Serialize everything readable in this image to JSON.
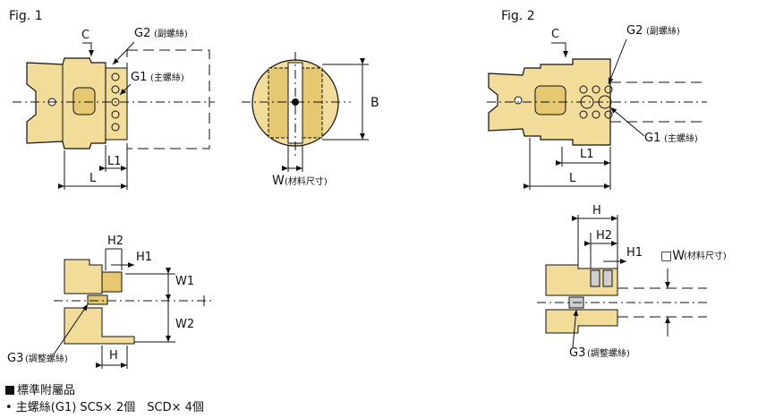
{
  "fig1": {
    "title": "Fig. 1",
    "C": "C",
    "G2": "G2",
    "G2_note": "(副螺絲)",
    "G1": "G1",
    "G1_note": "(主螺絲)",
    "L1": "L1",
    "L": "L",
    "B": "B",
    "W": "W",
    "W_note": "(材料尺寸)",
    "H2": "H2",
    "H1": "H1",
    "W1": "W1",
    "W2": "W2",
    "H": "H",
    "G3": "G3",
    "G3_note": "(調整螺絲)"
  },
  "fig2": {
    "title": "Fig. 2",
    "C": "C",
    "G2": "G2",
    "G2_note": "(副螺絲)",
    "G1": "G1",
    "G1_note": "(主螺絲)",
    "L1": "L1",
    "L": "L",
    "H": "H",
    "H2": "H2",
    "H1": "H1",
    "W": "□W",
    "W_note": "(材料尺寸)",
    "G3": "G3",
    "G3_note": "(調整螺絲)"
  },
  "footer": {
    "heading": "標準附屬品",
    "line": "• 主螺絲(G1) SCS× 2個　SCD× 4個"
  },
  "colors": {
    "body": "#f2dc9a",
    "body_dark": "#e5c86f",
    "outline": "#111111"
  }
}
